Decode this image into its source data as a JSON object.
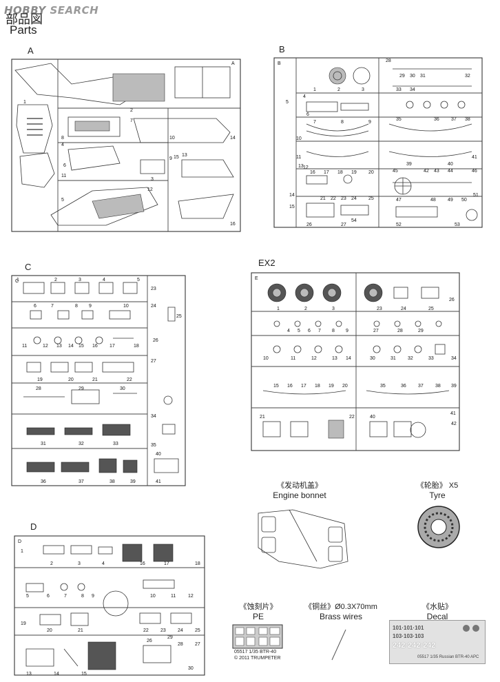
{
  "watermark": {
    "logo_text": "HOBBY",
    "search_text": "SEARCH"
  },
  "header": {
    "title_cn": "部品図",
    "title_en": "Parts"
  },
  "sprues": [
    {
      "id": "A",
      "label": "A",
      "sprue_tag": "A"
    },
    {
      "id": "B",
      "label": "B",
      "sprue_tag": "B"
    },
    {
      "id": "C",
      "label": "C",
      "sprue_tag": "C"
    },
    {
      "id": "EX2",
      "label": "EX2",
      "sprue_tag": "E"
    },
    {
      "id": "D",
      "label": "D",
      "sprue_tag": "D"
    }
  ],
  "part_numbers": {
    "A": [
      "1",
      "2",
      "3",
      "4",
      "5",
      "6",
      "7",
      "8",
      "9",
      "10",
      "11",
      "12",
      "13",
      "14",
      "15",
      "16"
    ],
    "B": [
      "1",
      "2",
      "3",
      "4",
      "5",
      "6",
      "7",
      "8",
      "9",
      "10",
      "11",
      "12",
      "13",
      "14",
      "15",
      "16",
      "17",
      "18",
      "19",
      "20",
      "21",
      "22",
      "23",
      "24",
      "25",
      "26",
      "27",
      "28",
      "29",
      "30",
      "31",
      "32",
      "33",
      "34",
      "35",
      "36",
      "37",
      "38",
      "39",
      "40",
      "41",
      "42",
      "43",
      "44",
      "45",
      "46",
      "47",
      "48",
      "49",
      "50",
      "51",
      "52",
      "53",
      "54"
    ],
    "C": [
      "1",
      "2",
      "3",
      "4",
      "5",
      "6",
      "7",
      "8",
      "9",
      "10",
      "11",
      "12",
      "13",
      "14",
      "15",
      "16",
      "17",
      "18",
      "19",
      "20",
      "21",
      "22",
      "23",
      "24",
      "25",
      "26",
      "27",
      "28",
      "29",
      "30",
      "31",
      "32",
      "33",
      "34",
      "35",
      "36",
      "37",
      "38",
      "39",
      "40",
      "41"
    ],
    "EX2": [
      "1",
      "2",
      "3",
      "4",
      "5",
      "6",
      "7",
      "8",
      "9",
      "10",
      "11",
      "12",
      "13",
      "14",
      "15",
      "16",
      "17",
      "18",
      "19",
      "20",
      "21",
      "22",
      "23",
      "24",
      "25",
      "26",
      "27",
      "28",
      "29",
      "30",
      "31",
      "32",
      "33",
      "34",
      "35",
      "36",
      "37",
      "38",
      "39",
      "40",
      "41",
      "42"
    ],
    "D": [
      "1",
      "2",
      "3",
      "4",
      "5",
      "6",
      "7",
      "8",
      "9",
      "10",
      "11",
      "12",
      "13",
      "14",
      "15",
      "16",
      "17",
      "18",
      "19",
      "20",
      "21",
      "22",
      "23",
      "24",
      "25",
      "26",
      "27",
      "28",
      "29",
      "30"
    ]
  },
  "extras": {
    "engine_bonnet": {
      "cn": "《发动机盖》",
      "en": "Engine bonnet"
    },
    "tyre": {
      "cn": "《轮胎》",
      "qty": "X5",
      "en": "Tyre"
    },
    "pe": {
      "cn": "《蚀刻片》",
      "en": "PE",
      "line1": "05517  1/35  BTR-40",
      "line2": "© 2011 TRUMPETER"
    },
    "brass": {
      "cn": "《铜丝》",
      "spec": "Ø0.3X70mm",
      "en": "Brass wires"
    },
    "decal": {
      "cn": "《水贴》",
      "en": "Decal",
      "numbers": [
        "101",
        "101",
        "101",
        "103",
        "103",
        "103",
        "242",
        "242",
        "242"
      ],
      "footer": "05517  1/35  Russian BTR-40 APC"
    }
  }
}
